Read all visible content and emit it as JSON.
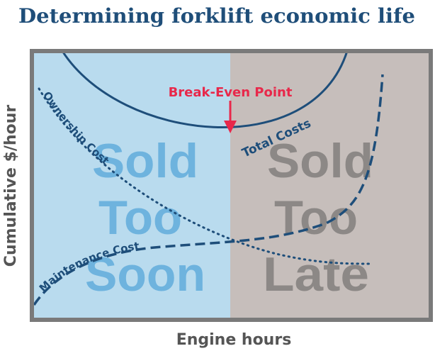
{
  "chart_data": {
    "type": "line",
    "title": "Determining forklift economic life",
    "xlabel": "Engine hours",
    "ylabel": "Cumulative $/hour",
    "grid": false,
    "legend": "none",
    "regions": [
      {
        "label_lines": [
          "Sold",
          "Too",
          "Soon"
        ],
        "fill": "#b9dbee",
        "text_color": "#6eb3de"
      },
      {
        "label_lines": [
          "Sold",
          "Too",
          "Late"
        ],
        "fill": "#c6bebb",
        "text_color": "#8c8886"
      }
    ],
    "series": [
      {
        "name": "Total Costs",
        "style": "solid",
        "color": "#1e4e7a"
      },
      {
        "name": "Ownership Cost",
        "style": "dotted",
        "color": "#1e4e7a"
      },
      {
        "name": "Maintenance Cost",
        "style": "dashed",
        "color": "#1e4e7a"
      }
    ],
    "annotations": [
      {
        "text": "Break-Even Point",
        "color": "#e8284a"
      }
    ]
  },
  "colors": {
    "title": "#1f4e79",
    "frame": "#7a7a7a",
    "axis_label": "#555555",
    "curve": "#1e4e7a",
    "annotation": "#e8284a"
  }
}
